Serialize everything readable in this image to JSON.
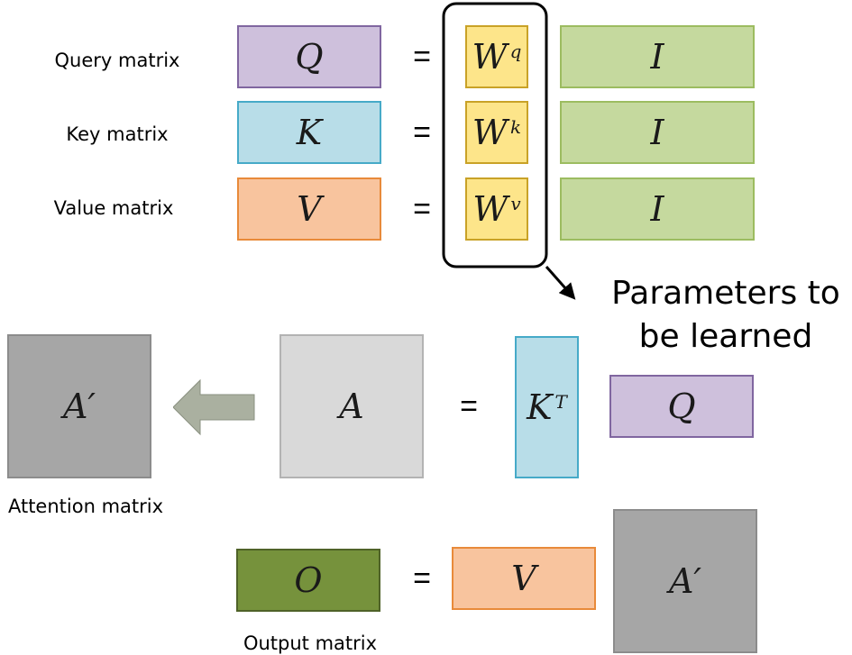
{
  "labels": {
    "query": "Query matrix",
    "key": "Key matrix",
    "value": "Value matrix",
    "attention": "Attention matrix",
    "output": "Output matrix",
    "params_line1": "Parameters to",
    "params_line2": "be learned"
  },
  "equals": "=",
  "symbols": {
    "Q": "Q",
    "K": "K",
    "V": "V",
    "W": "W",
    "q_sup": "q",
    "k_sup": "k",
    "v_sup": "v",
    "I": "I",
    "A": "A",
    "A_prime": "A′",
    "K_base": "K",
    "T_sup": "T",
    "O": "O"
  },
  "colors": {
    "query": "#cec0dc",
    "key": "#b8dde8",
    "value": "#f8c49e",
    "weights": "#fde58a",
    "input": "#c5d99e",
    "attention_raw": "#d9d9d9",
    "attention_norm": "#a6a6a6",
    "output": "#76923c",
    "arrow": "#aab0a0"
  }
}
